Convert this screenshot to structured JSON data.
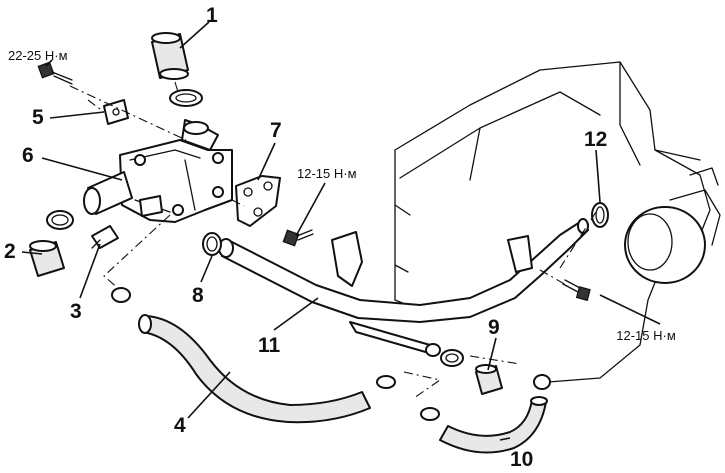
{
  "callouts": {
    "c1": "1",
    "c2": "2",
    "c3": "3",
    "c4": "4",
    "c5": "5",
    "c6": "6",
    "c7": "7",
    "c8": "8",
    "c9": "9",
    "c10": "10",
    "c11": "11",
    "c12": "12"
  },
  "torques": {
    "t1": "22-25 Н·м",
    "t2": "12-15 Н·м",
    "t3": "12-15 Н·м"
  }
}
